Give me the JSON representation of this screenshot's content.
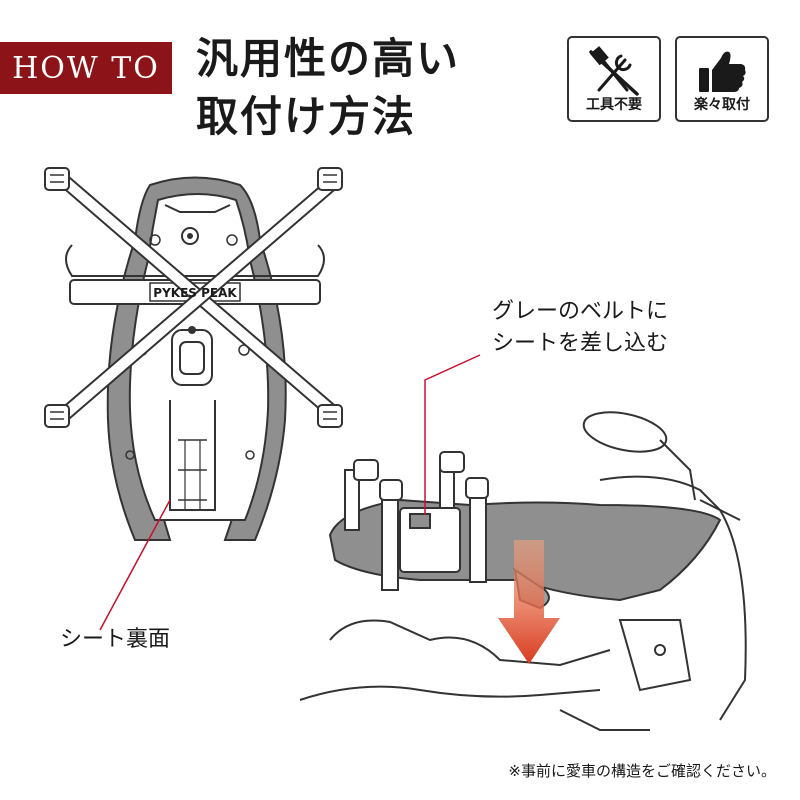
{
  "header": {
    "badge": "HOW TO",
    "title_line1": "汎用性の高い",
    "title_line2": "取付け方法"
  },
  "feature_badges": [
    {
      "label": "工具不要",
      "icon": "no-tools-icon"
    },
    {
      "label": "楽々取付",
      "icon": "thumbs-up-icon"
    }
  ],
  "seat_diagram": {
    "brand_label": "PYKES PEAK",
    "callout": "シート裏面"
  },
  "bike_diagram": {
    "callout_line1": "グレーのベルトに",
    "callout_line2": "シートを差し込む"
  },
  "footnote": "※事前に愛車の構造をご確認ください。",
  "colors": {
    "accent": "#8c1418",
    "callout_line": "#c8102e",
    "arrow_top": "#f4a380",
    "arrow_bottom": "#d83a1e",
    "seat_grey": "#8f8f8f"
  }
}
